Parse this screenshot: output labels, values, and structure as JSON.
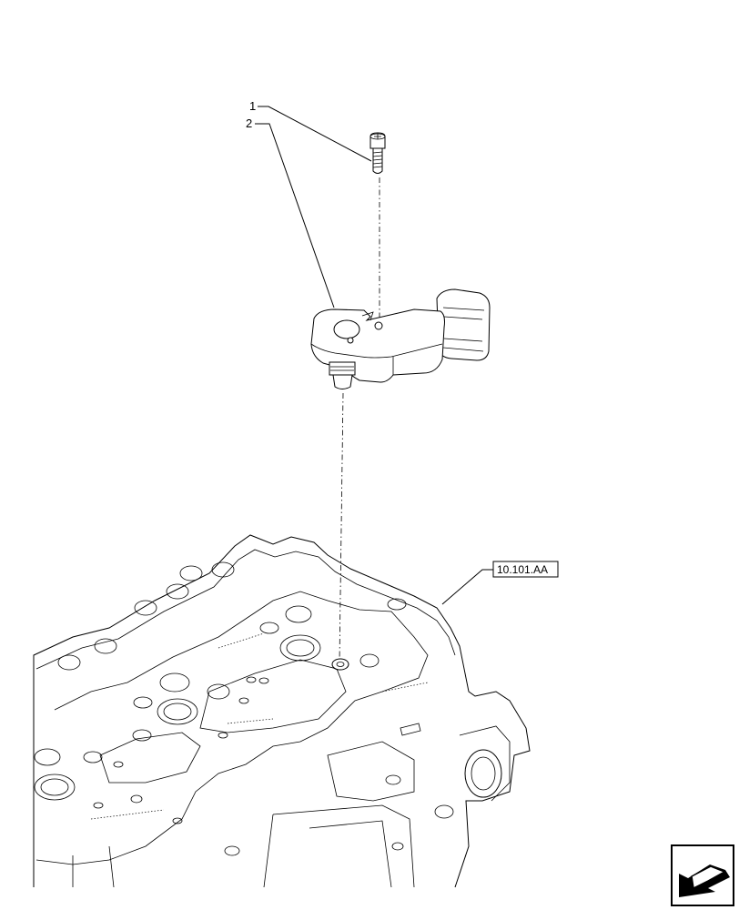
{
  "callouts": [
    {
      "id": "1",
      "label": "1"
    },
    {
      "id": "2",
      "label": "2"
    }
  ],
  "reference": {
    "label": "10.101.AA"
  },
  "icons": {
    "page_nav": "return-arrow-icon"
  }
}
